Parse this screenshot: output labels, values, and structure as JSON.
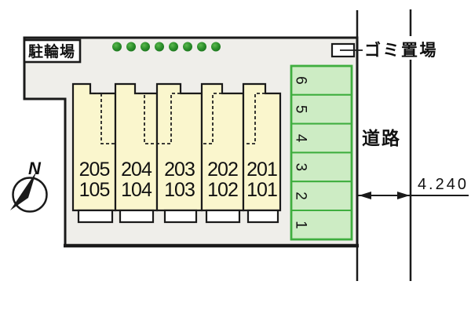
{
  "labels": {
    "bicycle_parking": "駐輪場",
    "garbage_area": "ゴミ置場",
    "road": "道路"
  },
  "compass": {
    "north_label": "N"
  },
  "dimension": {
    "road_width": "4.240"
  },
  "units": [
    {
      "upper": "205",
      "lower": "105"
    },
    {
      "upper": "204",
      "lower": "104"
    },
    {
      "upper": "203",
      "lower": "103"
    },
    {
      "upper": "202",
      "lower": "102"
    },
    {
      "upper": "201",
      "lower": "101"
    }
  ],
  "parking": {
    "spaces": [
      "6",
      "5",
      "4",
      "3",
      "2",
      "1"
    ]
  },
  "icons": {
    "compass": "compass-north-icon",
    "tree": "tree-icon"
  },
  "colors": {
    "site_fill": "#efeeea",
    "unit_fill": "#faf6cd",
    "parking_fill": "#cdecc4",
    "parking_border": "#3fae3f",
    "tree_dark_green": "#18701a",
    "tree_light_green": "#5cb84e",
    "outline_black": "#1a1a1a"
  }
}
